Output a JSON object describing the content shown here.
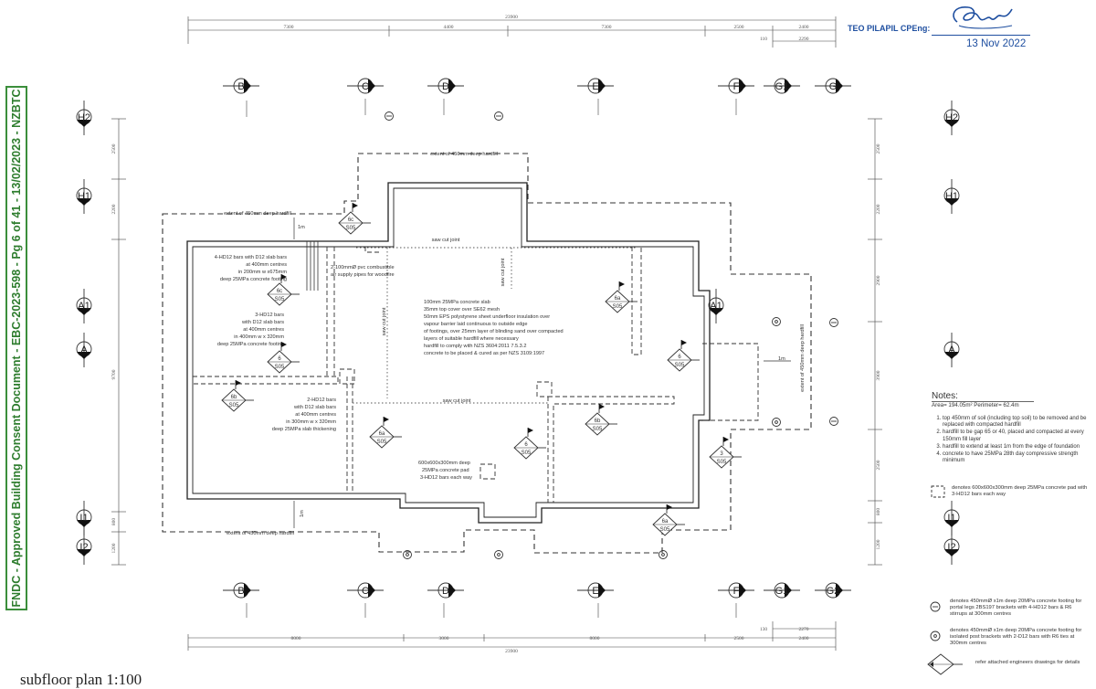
{
  "stamp": {
    "text": "FNDC - Approved Building Consent Document - EBC-2023-598 - Pg 6 of 41 - 13/02/2023 - NZBTC",
    "color": "#2e7d2e"
  },
  "engineer": {
    "name": "TEO PILAPIL CPEng:",
    "date": "13 Nov 2022",
    "color": "#1f4fa0"
  },
  "caption": "subfloor plan 1:100",
  "dims_top": {
    "total": "23900",
    "segments": [
      "7300",
      "4400",
      "7300",
      "2500",
      "2400"
    ],
    "small_a": "110",
    "small_b": "2290"
  },
  "dims_bottom": {
    "total": "23900",
    "segments": [
      "8000",
      "3000",
      "8000",
      "2500",
      "2400"
    ],
    "small_a": "130",
    "small_b": "2270"
  },
  "dims_left": {
    "segments": [
      "2500",
      "2200",
      "9700",
      "800",
      "1200"
    ]
  },
  "dims_right": {
    "segments": [
      "2500",
      "2200",
      "2900",
      "3900",
      "2500",
      "800",
      "1200"
    ]
  },
  "grid_top": [
    "B",
    "C",
    "D",
    "E",
    "F",
    "G1",
    "G"
  ],
  "grid_bottom": [
    "B",
    "C",
    "D",
    "E",
    "F",
    "G1",
    "G2"
  ],
  "grid_left": [
    "H2",
    "H1",
    "A1",
    "A",
    "I1",
    "I2"
  ],
  "grid_right": [
    "H2",
    "H1",
    "A",
    "I1",
    "I2"
  ],
  "plan_labels": {
    "hardfill_top": "extent of 450mm deep hardfill",
    "hardfill_left_top": "extent of 450mm deep hardfill",
    "hardfill_left_bottom": "extent of 450mm deep hardfill",
    "hardfill_right": "extent of 450mm deep hardfill",
    "one_m_a": "1m",
    "one_m_b": "1m",
    "one_m_c": "1m",
    "saw1": "saw cut joint",
    "saw2": "saw cut joint",
    "saw3": "saw cut joint",
    "saw4": "saw cut joint",
    "pipes": [
      "2-100mmØ pvc combustible",
      "air supply pipes for woodfire"
    ],
    "note_4hd12": [
      "4-HD12 bars with D12 slab bars",
      "at 400mm centres",
      "in 200mm w x675mm",
      "deep 25MPa concrete footing"
    ],
    "note_3hd12": [
      "3-HD12 bars",
      "with D12 slab bars",
      "at 400mm centres",
      "in 400mm w x 320mm",
      "deep 25MPa concrete footing"
    ],
    "note_2hd12": [
      "2-HD12 bars",
      "with D12 slab bars",
      "at 400mm centres",
      "in 300mm w x 320mm",
      "deep 25MPa slab thickening"
    ],
    "note_slab": [
      "100mm 25MPa concrete slab",
      "35mm top cover over SE62 mesh",
      "50mm EPS polystyrene sheet underfloor insulation over",
      "vapour barrier laid continuous to outside edge",
      "of footings, over 25mm layer of blinding sand over compacted",
      "layers of suitable hardfill where necessary",
      "hardfill to comply with NZS 3604:2011 7.5.3.2",
      "concrete to be placed & cured as per NZS 3109:1997"
    ],
    "note_pad": [
      "600x600x300mm deep",
      "25MPa concrete pad",
      "3-HD12 bars each way"
    ]
  },
  "section_markers": [
    {
      "num": "6c",
      "code": "S05"
    },
    {
      "num": "6c",
      "code": "S05"
    },
    {
      "num": "6",
      "code": "S05"
    },
    {
      "num": "6a",
      "code": "S05"
    },
    {
      "num": "6",
      "code": "S05"
    },
    {
      "num": "6a",
      "code": "S05"
    },
    {
      "num": "6",
      "code": "S05"
    },
    {
      "num": "6b",
      "code": "S05"
    },
    {
      "num": "3",
      "code": "S05"
    },
    {
      "num": "6b",
      "code": "S05"
    },
    {
      "num": "6a",
      "code": "S05"
    }
  ],
  "notes": {
    "title": "Notes:",
    "area": "Area= 194.05m²  Perimeter= 62.4m",
    "items": [
      "top 450mm of soil (including top soil) to be removed and be replaced with compacted hardfill",
      "hardfill to be gap 65 or 40, placed and compacted at every 150mm fill layer",
      "hardfill to extend at least 1m from the edge of foundation",
      "concrete to have 25MPa 28th day compressive strength minimum"
    ]
  },
  "legend": {
    "pad": "denotes 600x600x300mm deep 25MPa concrete pad with 3-HD12 bars each way",
    "portal": "denotes 450mmØ x1m deep 20MPa concrete footing for portal legs 2BS197 brackets with 4-HD12 bars & R6 stirrups at 300mm centres",
    "post": "denotes 450mmØ x1m deep 20MPa concrete footing for isolated post brackets with 2-D12 bars with R6 ties at 300mm centres",
    "refer": "refer attached engineers drawings for details"
  }
}
